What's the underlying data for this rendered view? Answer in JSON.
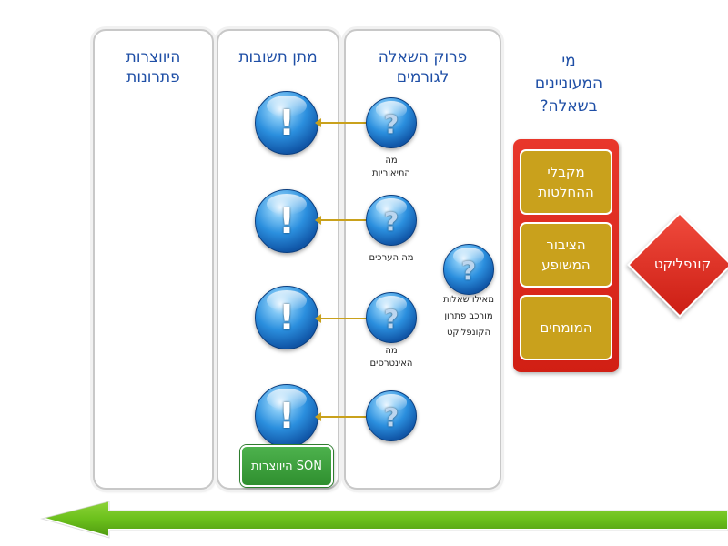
{
  "columns": {
    "creative": {
      "title": "היווצרות\nפתרונות"
    },
    "answers": {
      "title": "מתן תשובות"
    },
    "breakdown": {
      "title": "פרוק השאלה\nלגורמים"
    }
  },
  "stakeholders": {
    "question": "מי\nהמעוניינים\nבשאלה?",
    "groups": [
      "מקבלי\nההחלטות",
      "הציבור\nהמשופע",
      "המומחים"
    ]
  },
  "conflict": {
    "label": "קונפליקט"
  },
  "question_labels": {
    "q1": "מה\nהתיאוריות",
    "q2": "מה הערכים",
    "q3": "מה\nהאינטרסים",
    "side": "מאילו שאלות\nמורכב פתרון\nהקונפליקט"
  },
  "son_button": {
    "label": "SON היווצרות"
  },
  "glyphs": {
    "question": "?",
    "exclaim": "!"
  },
  "colors": {
    "title_blue": "#1f4fa6",
    "panel_red": "#d9261b",
    "gold": "#c9a11c",
    "green": "#3aa63a",
    "arrow_green": "#6cc11c"
  }
}
